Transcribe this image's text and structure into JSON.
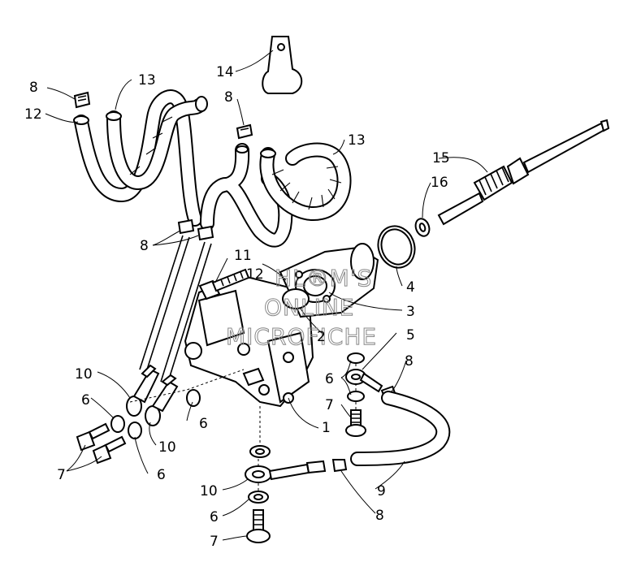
{
  "callouts": {
    "c1": "1",
    "c2": "2",
    "c3": "3",
    "c4": "4",
    "c5": "5",
    "c6a": "6",
    "c6b": "6",
    "c6c": "6",
    "c6d": "6",
    "c6e": "6",
    "c7a": "7",
    "c7b": "7",
    "c7c": "7",
    "c8a": "8",
    "c8b": "8",
    "c8c": "8",
    "c8d": "8",
    "c8e": "8",
    "c9": "9",
    "c10a": "10",
    "c10b": "10",
    "c10c": "10",
    "c11": "11",
    "c12a": "12",
    "c12b": "12",
    "c13a": "13",
    "c13b": "13",
    "c14": "14",
    "c15": "15",
    "c16": "16"
  },
  "watermark": {
    "line1": "HL®M'S",
    "line2": "ONLINE",
    "line3": "MICROFICHE"
  }
}
